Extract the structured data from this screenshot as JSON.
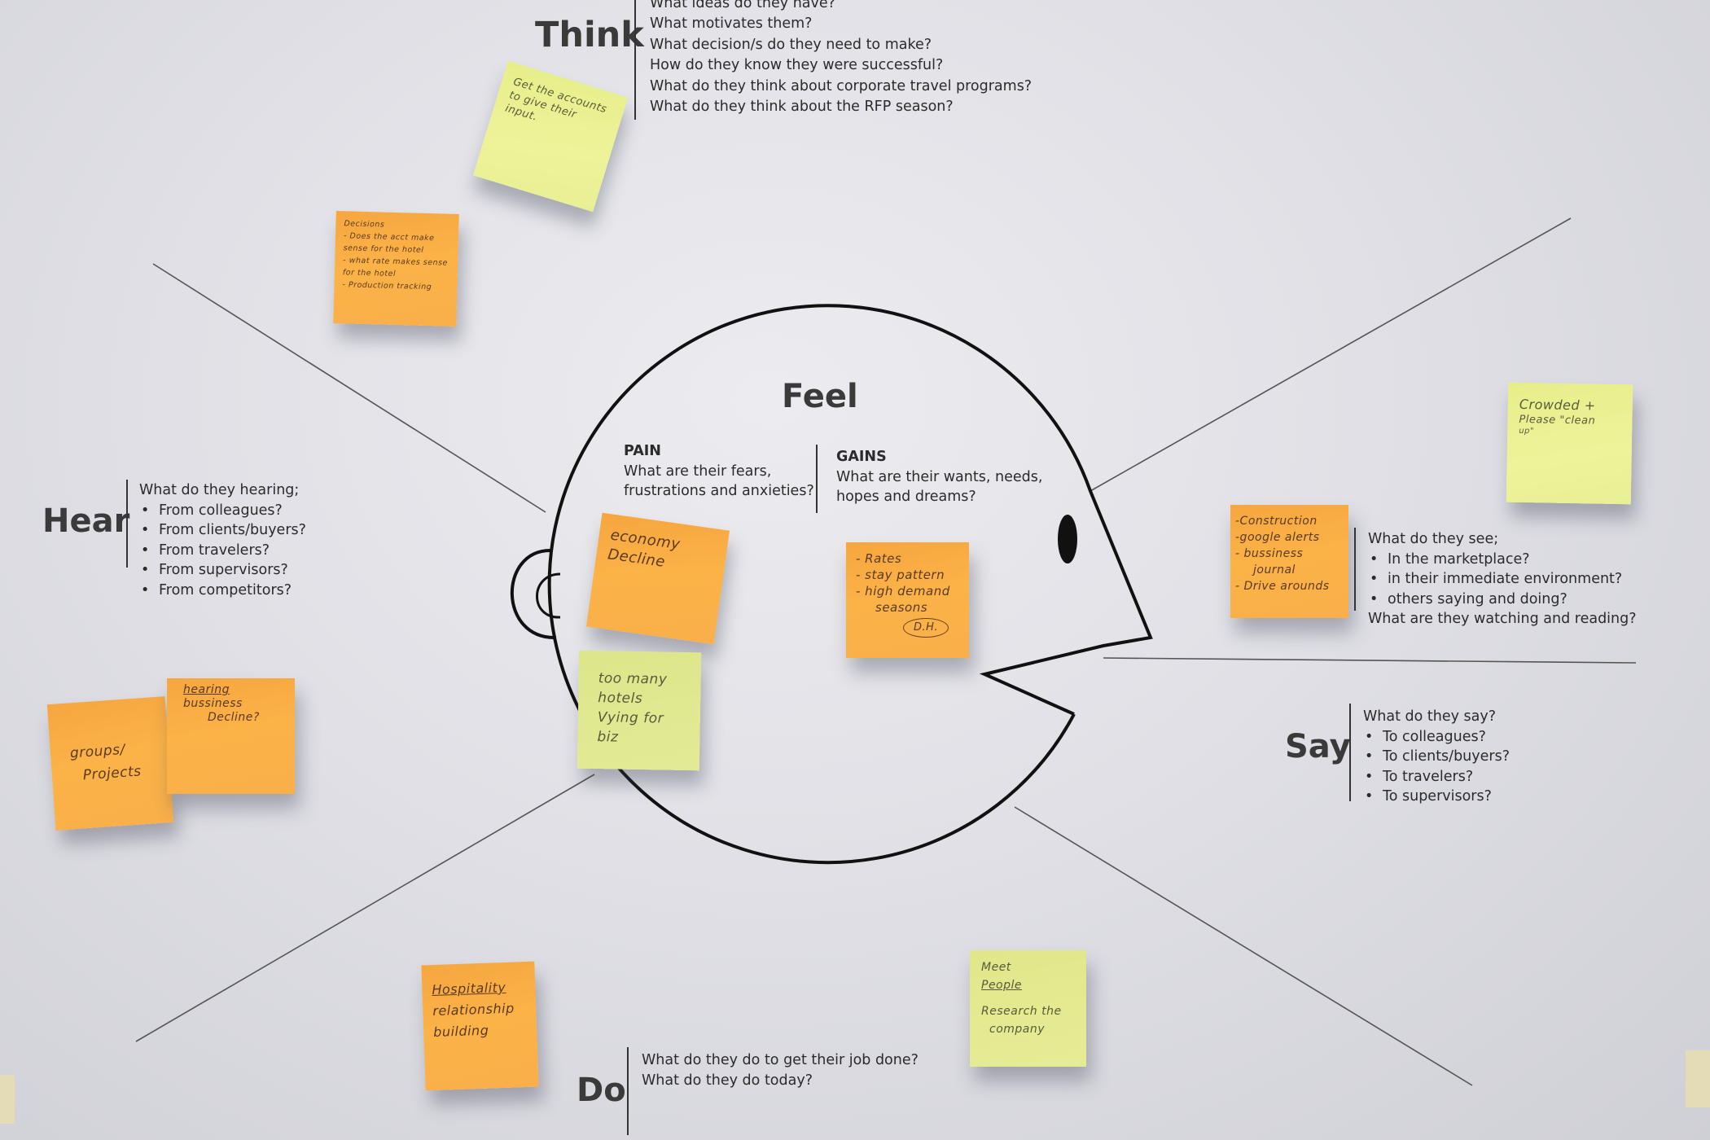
{
  "think": {
    "label": "Think",
    "questions": [
      "What ideas do they have?",
      "What motivates them?",
      "What decision/s do they need to make?",
      "How do they know they were successful?",
      "What do they think about corporate travel programs?",
      "What do they think about the RFP season?"
    ]
  },
  "hear": {
    "label": "Hear",
    "intro": "What do they hearing;",
    "bullets": [
      "From colleagues?",
      "From clients/buyers?",
      "From travelers?",
      "From supervisors?",
      "From competitors?"
    ]
  },
  "see": {
    "intro": "What do they see;",
    "bullets": [
      "In the marketplace?",
      "in their immediate environment?",
      "others saying and doing?"
    ],
    "outro": "What are they watching and reading?"
  },
  "say": {
    "label": "Say",
    "intro": "What do they say?",
    "bullets": [
      "To colleagues?",
      "To clients/buyers?",
      "To travelers?",
      "To supervisors?"
    ]
  },
  "do": {
    "label": "Do",
    "questions": [
      "What do they do to get their job done?",
      "What do they do today?"
    ]
  },
  "feel": {
    "label": "Feel",
    "pain": {
      "title": "PAIN",
      "lines": [
        "What are their fears,",
        "frustrations and anxieties?"
      ]
    },
    "gains": {
      "title": "GAINS",
      "lines": [
        "What are their wants, needs,",
        "hopes and dreams?"
      ]
    }
  },
  "stickies": {
    "think_note": {
      "lines": [
        "Get the accounts",
        "to give their",
        "input."
      ],
      "color": "#eef39a"
    },
    "decisions": {
      "lines": [
        "Decisions",
        "- Does the acct make",
        "sense for the hotel",
        "- what rate makes sense",
        "for the hotel",
        "- Production tracking"
      ],
      "color": "#fbb247"
    },
    "economy": {
      "lines": [
        "economy",
        "Decline"
      ],
      "color": "#fbb247"
    },
    "too_many": {
      "lines": [
        "too many",
        "hotels",
        "Vying for",
        "biz"
      ],
      "color": "#e6ee8a"
    },
    "rates": {
      "lines": [
        "- Rates",
        "- stay pattern",
        "- high demand",
        "seasons"
      ],
      "badge": "D.H.",
      "color": "#fbb247"
    },
    "construction": {
      "lines": [
        "-Construction",
        "-google alerts",
        "- bussiness",
        "journal",
        "- Drive arounds"
      ],
      "color": "#fbb247"
    },
    "crowded": {
      "lines": [
        "Crowded +",
        "Please \"clean",
        "up\""
      ],
      "color": "#eef39a"
    },
    "groups": {
      "lines": [
        "groups/",
        "Projects"
      ],
      "color": "#fbb247"
    },
    "hearing": {
      "lines": [
        "hearing",
        "bussiness",
        "Decline?"
      ],
      "color": "#fbb247"
    },
    "hospitality": {
      "lines": [
        "Hospitality",
        "relationship",
        "building"
      ],
      "color": "#fbb247"
    },
    "meet": {
      "lines": [
        "Meet",
        "People",
        "Research the",
        "company"
      ],
      "color": "#eef39a"
    }
  }
}
